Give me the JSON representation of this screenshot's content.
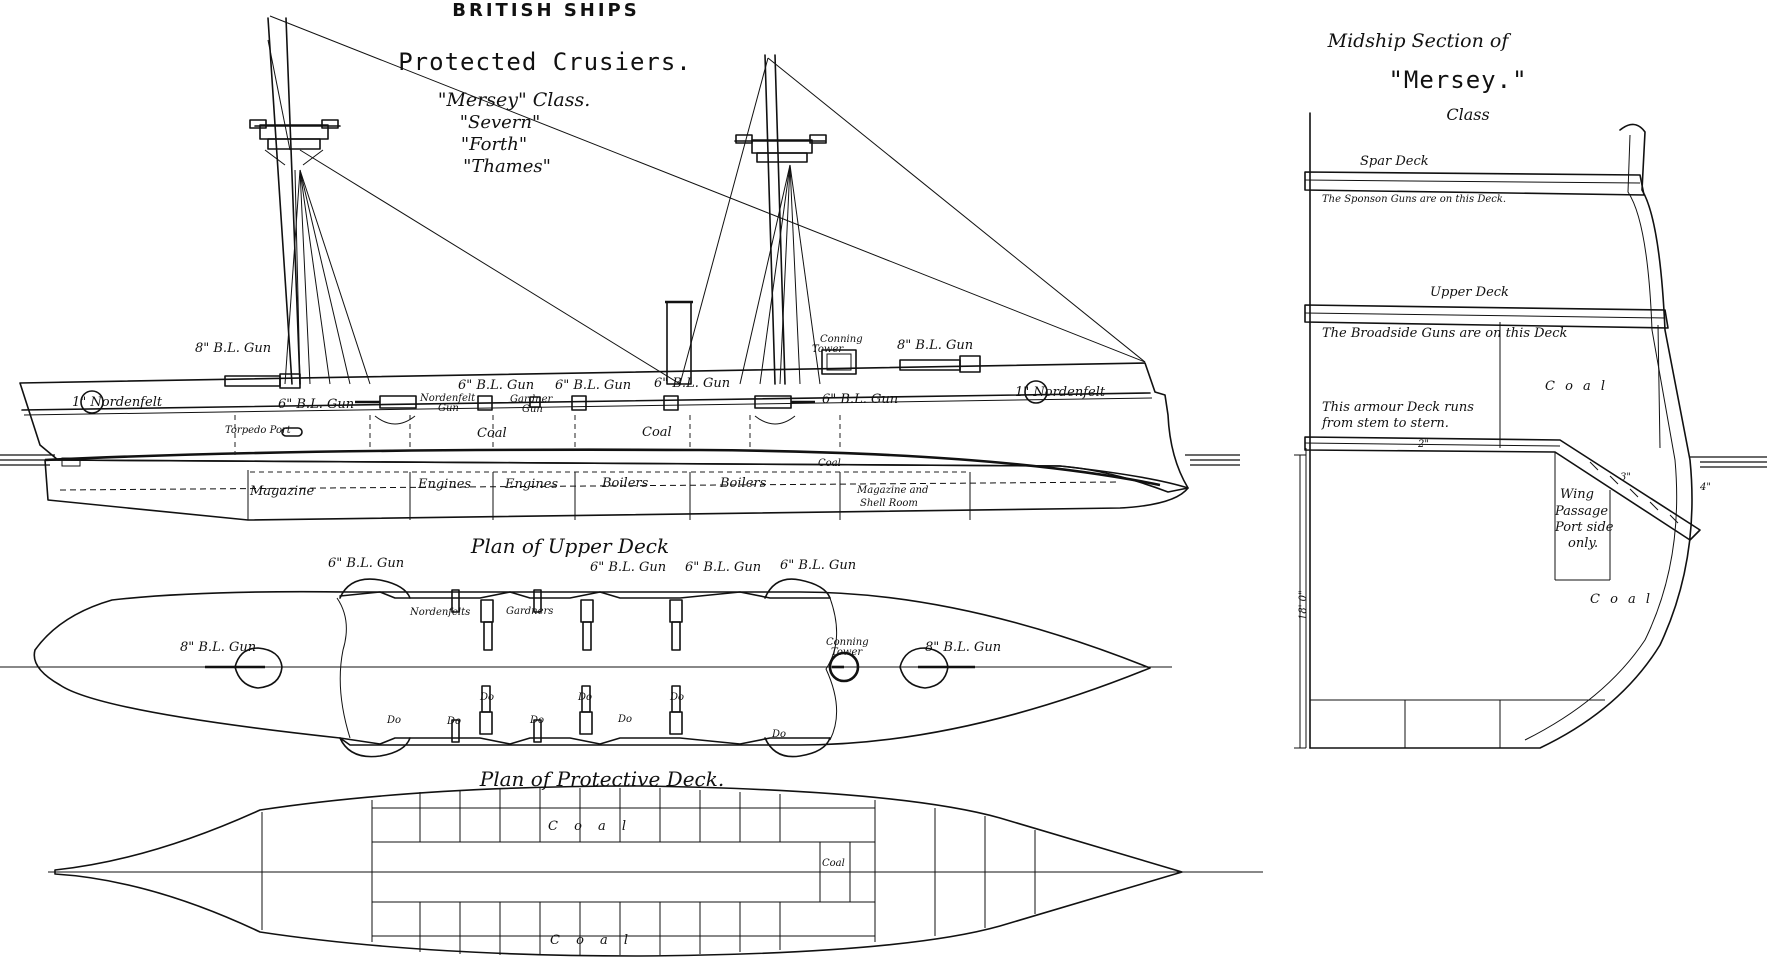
{
  "header": {
    "title": "BRITISH SHIPS",
    "subtitle": "Protected Crusiers.",
    "class_names": [
      "\"Mersey\" Class.",
      "\"Severn\"",
      "\"Forth\"",
      "\"Thames\""
    ]
  },
  "profile": {
    "labels": {
      "gun_8_fwd": "8\" B.L. Gun",
      "gun_8_aft": "8\" B.L. Gun",
      "gun_6_a": "6\" B.L. Gun",
      "gun_6_b": "6\" B.L. Gun",
      "gun_6_c": "6\" B.L. Gun",
      "gun_6_d": "6\" B.L. Gun",
      "gun_6_e": "6\" B.L. Gun",
      "nordenfelt_aft": "1\" Nordenfelt",
      "nordenfelt_fwd": "1\" Nordenfelt",
      "nordenfelt_gun_1": "Nordenfelt",
      "nordenfelt_gun_2": "Gun",
      "gardner_gun_1": "Gardner",
      "gardner_gun_2": "Gun",
      "conning_tower_1": "Conning",
      "conning_tower_2": "Tower",
      "torpedo_port": "Torpedo Port",
      "coal_1": "Coal",
      "coal_2": "Coal",
      "coal_3": "Coal",
      "magazine": "Magazine",
      "engines_1": "Engines",
      "engines_2": "Engines",
      "boilers_1": "Boilers",
      "boilers_2": "Boilers",
      "magazine_shell_1": "Magazine and",
      "magazine_shell_2": "Shell Room"
    }
  },
  "upper_deck_plan": {
    "title": "Plan of Upper Deck",
    "labels": {
      "gun_6_1": "6\" B.L. Gun",
      "gun_6_2": "6\" B.L. Gun",
      "gun_6_3": "6\" B.L. Gun",
      "gun_6_4": "6\" B.L. Gun",
      "gun_8_aft": "8\" B.L. Gun",
      "gun_8_fwd": "8\" B.L. Gun",
      "nordenfelts": "Nordenfelts",
      "gardners": "Gardners",
      "conning_tower_1": "Conning",
      "conning_tower_2": "Tower",
      "ditto": [
        "Do",
        "Do",
        "Do",
        "Do",
        "Do",
        "Do",
        "Do",
        "Do"
      ]
    }
  },
  "protective_deck_plan": {
    "title": "Plan of Protective Deck.",
    "labels": {
      "coal_top": "C o a l",
      "coal_bottom": "C o a l",
      "coal_fwd": "Coal"
    }
  },
  "midship_section": {
    "title": "Midship Section of",
    "ship": "\"Mersey.\"",
    "class": "Class",
    "labels": {
      "spar_deck": "Spar Deck",
      "sponson_note": "The Sponson Guns are on this Deck.",
      "upper_deck": "Upper Deck",
      "broadside_note": "The Broadside Guns are on this Deck",
      "coal_upper": "C o a l",
      "armour_note_1": "This armour Deck runs",
      "armour_note_2": "from stem to stern.",
      "wing_1": "Wing",
      "wing_2": "Passage",
      "wing_3": "Port side",
      "wing_4": "only.",
      "coal_lower": "C o a l",
      "dimension": "18' 0\"",
      "armour_mark_1": "2\"",
      "armour_mark_2": "3\"",
      "armour_mark_3": "4\""
    }
  }
}
